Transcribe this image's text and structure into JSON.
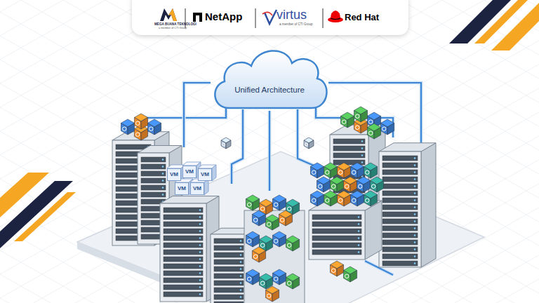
{
  "diagram": {
    "nodes": [
      {
        "text": [
          "Unified Architecture"
        ]
      },
      {
        "text": [
          "VM"
        ]
      },
      {
        "text": [
          "VM"
        ]
      },
      {
        "text": [
          "VM"
        ]
      },
      {
        "text": [
          "VM"
        ]
      },
      {
        "text": [
          "VM"
        ]
      }
    ],
    "labels": [
      "MEGA BUANA TEKNOLOGI",
      "a member of CTI Group",
      "NetApp",
      "virtus",
      "a member of CTI Group",
      "Red Hat"
    ]
  }
}
